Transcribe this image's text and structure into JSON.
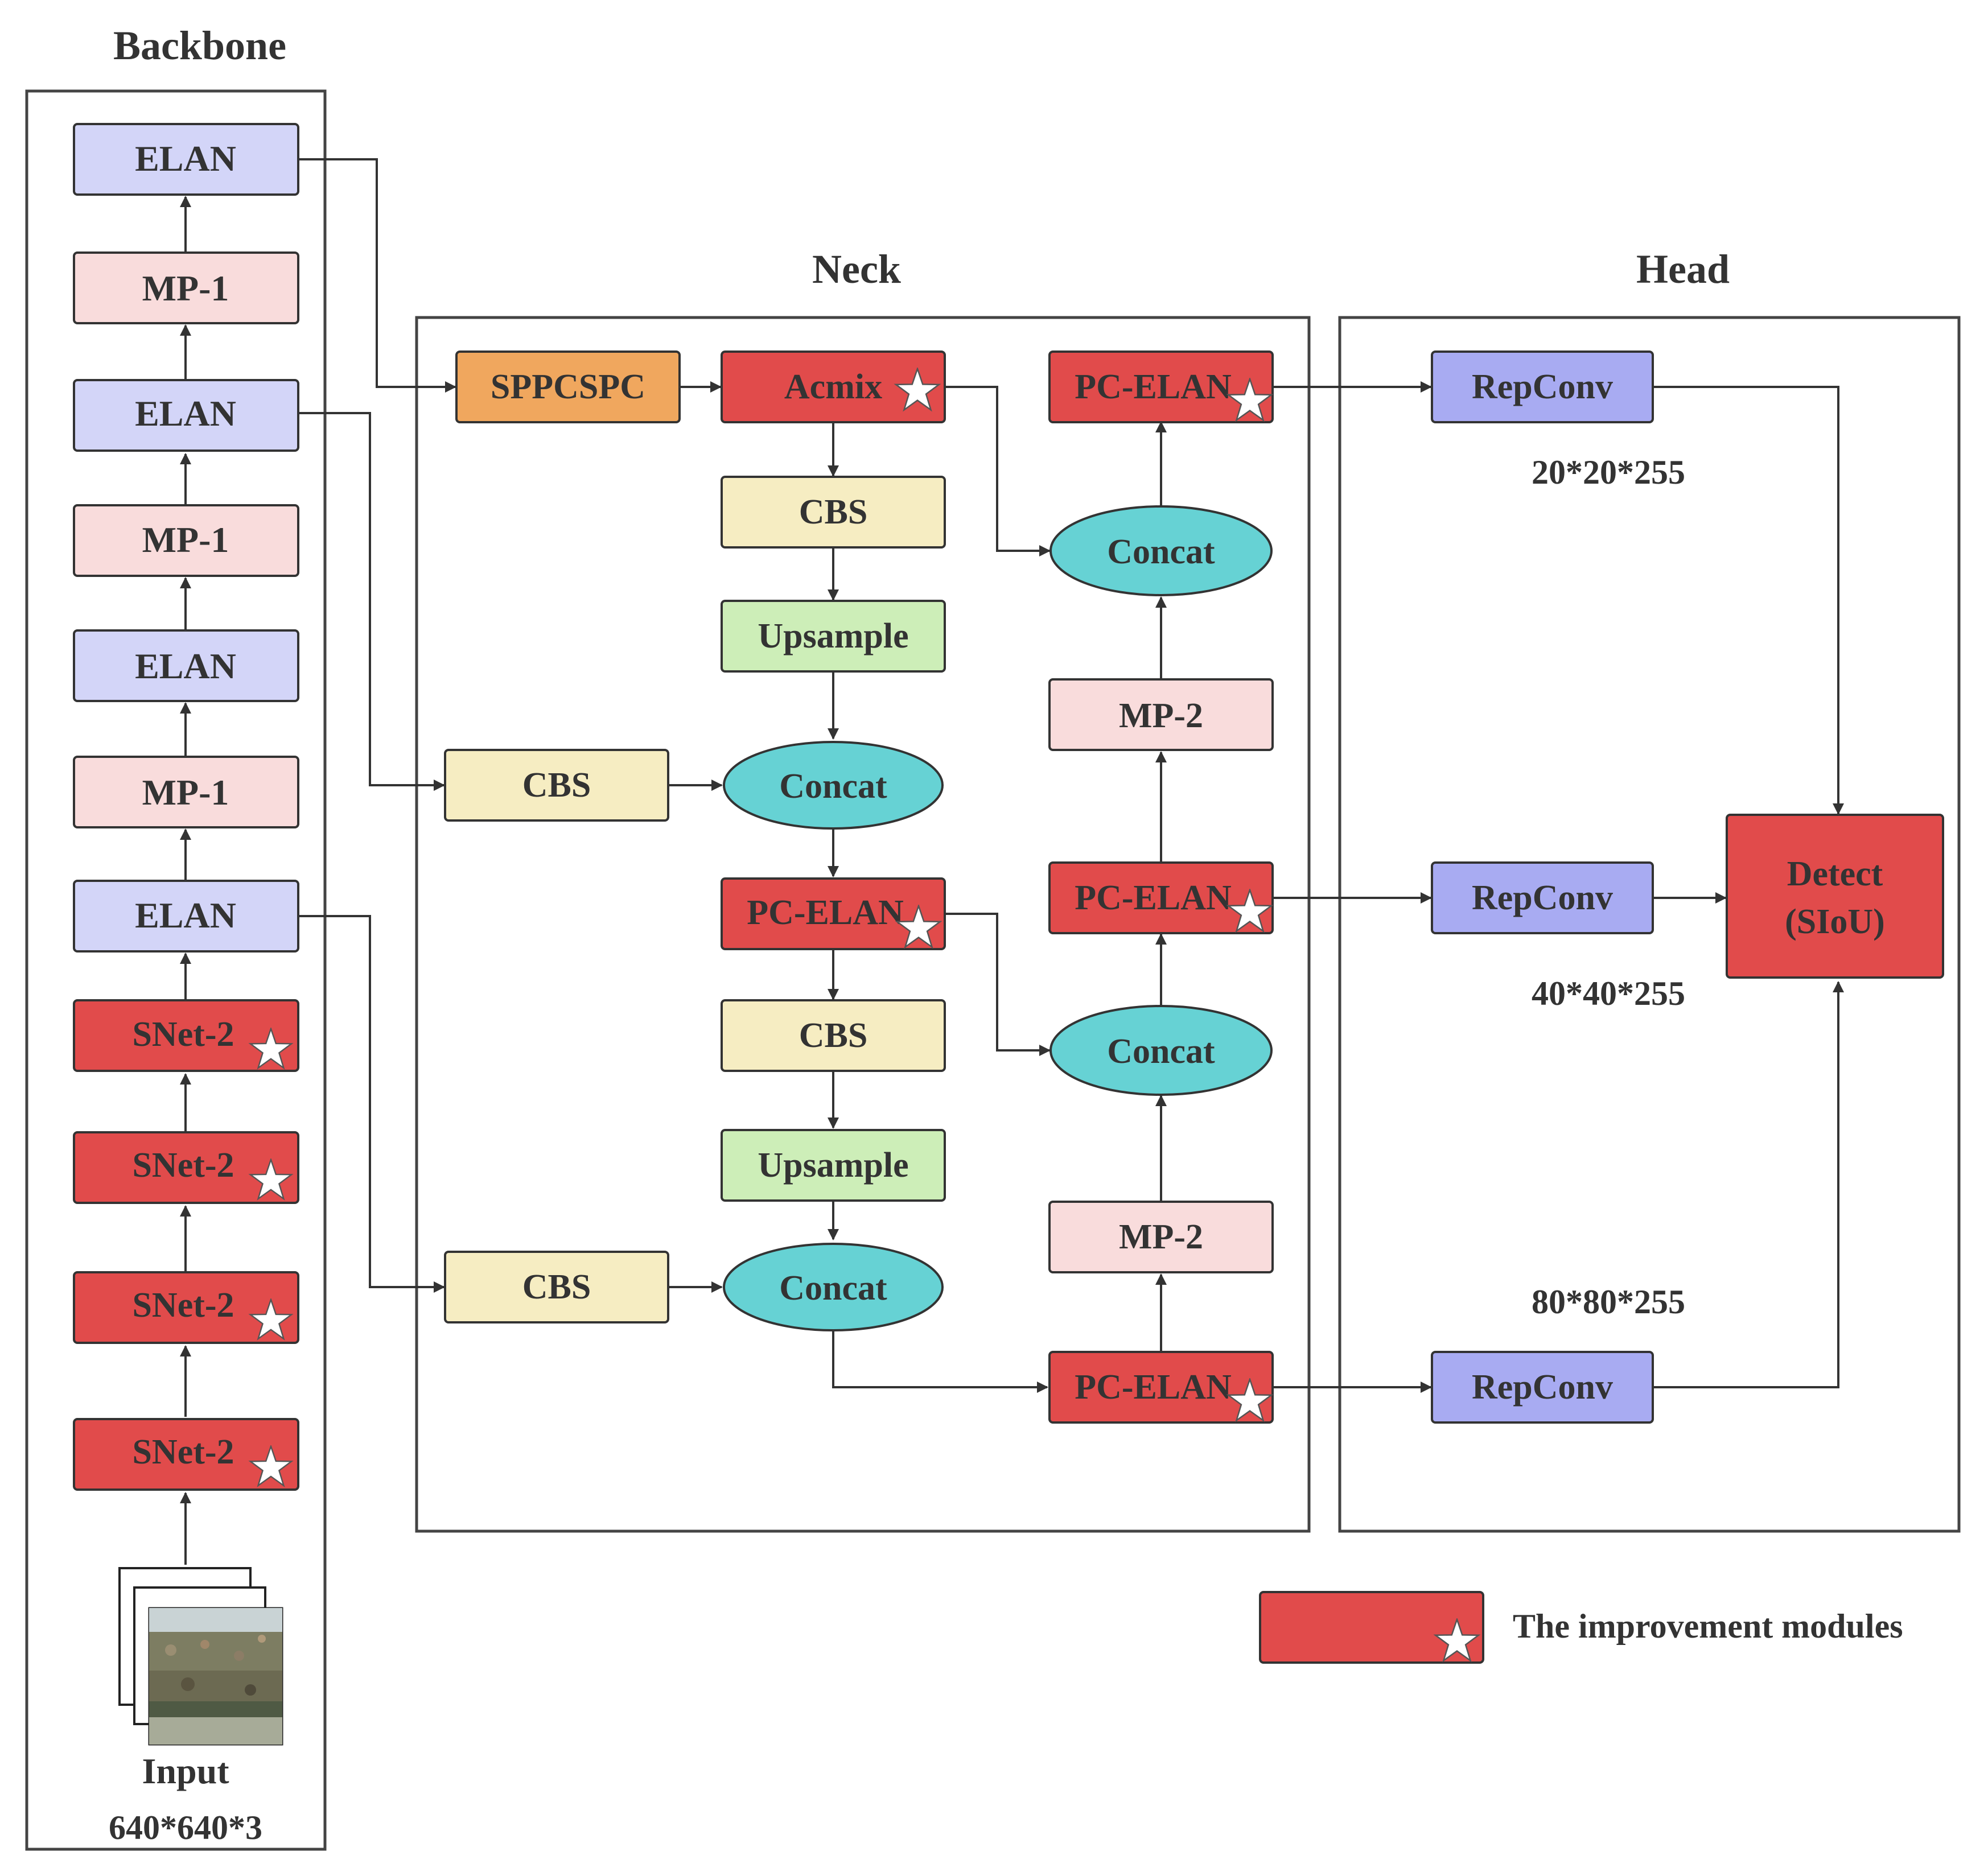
{
  "sections": {
    "backbone": "Backbone",
    "neck": "Neck",
    "head": "Head"
  },
  "colors": {
    "elan_blue": "#d3d5f8",
    "mp_pink": "#f9dcdc",
    "improve_red": "#e14b4b",
    "sppcspc_orange": "#f0a75e",
    "cbs_yellow": "#f6edc2",
    "upsample_green": "#cdeeb8",
    "concat_teal": "#66d2d4",
    "repconv_purple": "#a8abf2",
    "line": "#333333"
  },
  "backbone": {
    "elan_1": "ELAN",
    "mp1_1": "MP-1",
    "elan_2": "ELAN",
    "mp1_2": "MP-1",
    "elan_3": "ELAN",
    "mp1_3": "MP-1",
    "elan_4": "ELAN",
    "snet_1": "SNet-2",
    "snet_2": "SNet-2",
    "snet_3": "SNet-2",
    "snet_4": "SNet-2",
    "input_label": "Input",
    "input_size": "640*640*3"
  },
  "neck": {
    "sppcspc": "SPPCSPC",
    "acmix": "Acmix",
    "cbs_top": "CBS",
    "upsample_top": "Upsample",
    "cbs_mid_left": "CBS",
    "concat_mid_left": "Concat",
    "pcelan_mid_left": "PC-ELAN",
    "cbs_mid": "CBS",
    "upsample_mid": "Upsample",
    "cbs_low_left": "CBS",
    "concat_low_left": "Concat",
    "pcelan_top_right": "PC-ELAN",
    "concat_top_right": "Concat",
    "mp2_top": "MP-2",
    "pcelan_mid_right": "PC-ELAN",
    "concat_mid_right": "Concat",
    "mp2_low": "MP-2",
    "pcelan_low_right": "PC-ELAN"
  },
  "head": {
    "repconv_1": "RepConv",
    "repconv_2": "RepConv",
    "repconv_3": "RepConv",
    "size_1": "20*20*255",
    "size_2": "40*40*255",
    "size_3": "80*80*255",
    "detect_line1": "Detect",
    "detect_line2": "(SIoU)"
  },
  "legend": {
    "text": "The improvement modules"
  }
}
